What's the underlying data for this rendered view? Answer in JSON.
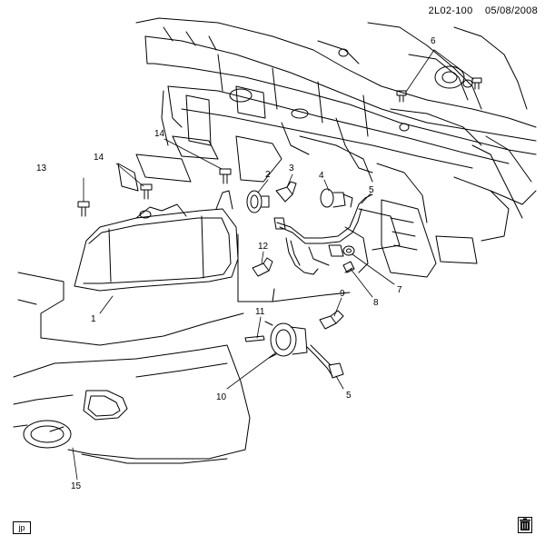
{
  "header": {
    "code": "2L02-100",
    "date": "05/08/2008"
  },
  "footer": {
    "badge": "jp",
    "corner_icon": "trash-bin-icon"
  },
  "callouts": {
    "c1": "1",
    "c2": "2",
    "c3": "3",
    "c4": "4",
    "c5a": "5",
    "c5b": "5",
    "c6": "6",
    "c7": "7",
    "c8": "8",
    "c9": "9",
    "c10": "10",
    "c11": "11",
    "c12": "12",
    "c13": "13",
    "c14a": "14",
    "c14b": "14",
    "c15": "15"
  }
}
